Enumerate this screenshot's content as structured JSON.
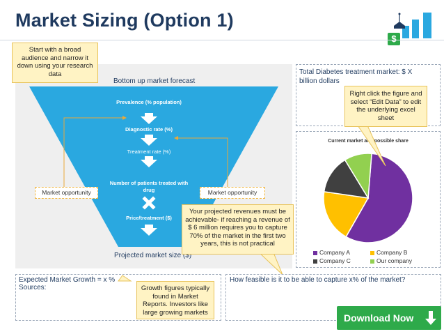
{
  "page": {
    "title": "Market Sizing (Option 1)"
  },
  "callouts": {
    "broad_audience": "Start with a broad audience and narrow it down using your research data",
    "edit_data": "Right click the figure and select “Edit Data” to edit the underlying excel sheet",
    "projected_revenue": "Your projected revenues must be achievable- if reaching a revenue of $ 6 million requires you to capture 70% of the market in the first two years, this is not practical",
    "growth_figures": "Growth figures typically found in Market Reports. Investors like large growing markets"
  },
  "funnel": {
    "heading": "Bottom up market forecast",
    "prevalence": "Prevalence (% population)",
    "diagnostic": "Diagnostic rate (%)",
    "treatment": "Treatment rate (%)",
    "patients": "Number of patients treated with drug",
    "price": "Price/treatment ($)",
    "projected": "Projected market size ($)",
    "opportunity_left": "Market opportunity",
    "opportunity_right": "Market opportunity"
  },
  "total_market": {
    "text": "Total Diabetes treatment market: $ X billion dollars"
  },
  "chart_data": {
    "type": "pie",
    "title": "Current market and possible share",
    "categories": [
      "Company A",
      "Company B",
      "Company C",
      "Our company"
    ],
    "values": [
      57,
      19,
      14,
      10
    ],
    "colors": [
      "#7030a0",
      "#ffc000",
      "#404040",
      "#92d050"
    ]
  },
  "bottom": {
    "growth_label": "Expected Market Growth = x %",
    "sources_label": "Sources:",
    "feasible_question": "How feasible is it to be able to capture x% of the market?"
  },
  "download": {
    "label": "Download Now"
  },
  "colors": {
    "funnel": "#2aa8e0",
    "title": "#1f3a5f",
    "download": "#2eaa4a",
    "callout_bg": "#fff3c4"
  }
}
